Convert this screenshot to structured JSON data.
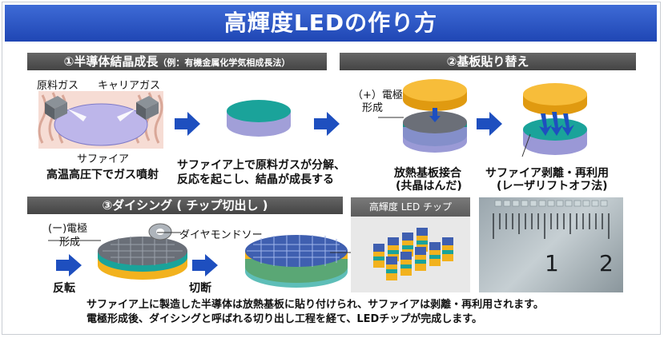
{
  "title": "高輝度LEDの作り方",
  "sections": {
    "s1": {
      "label": "①半導体結晶成長",
      "sub": "（例：有機金属化学気相成長法）"
    },
    "s2": {
      "label": "②基板貼り替え"
    },
    "s3": {
      "label": "③ダイシング ( チップ切出し )"
    }
  },
  "step1": {
    "raw_gas": "原料ガス",
    "carrier_gas": "キャリアガス",
    "sapphire": "サファイア",
    "condition": "高温高圧下でガス噴射",
    "result_line1": "サファイア上で原料ガスが分解、",
    "result_line2": "反応を起こし、結晶が成長する"
  },
  "step2": {
    "electrode_line1": "（+）電極",
    "electrode_line2": "形成",
    "bond_line1": "放熱基板接合",
    "bond_line2": "(共晶はんだ)",
    "lift_line1": "サファイア剥離・再利用",
    "lift_line2": "(レーザリフトオフ法)"
  },
  "step3": {
    "electrode_line1": "(ー)電極",
    "electrode_line2": "形成",
    "saw": "ダイヤモンドソー",
    "flip": "反転",
    "cut": "切断"
  },
  "photo": {
    "header": "高輝度 LED チップ",
    "ruler_1": "1",
    "ruler_2": "2"
  },
  "footer": {
    "line1": "サファイア上に製造した半導体は放熱基板に貼り付けられ、サファイアは剥離・再利用されます。",
    "line2": "電極形成後、ダイシングと呼ばれる切り出し工程を経て、LEDチップが完成します。"
  },
  "colors": {
    "title_blue": "#2a55c4",
    "arrow_blue": "#1e4fbf",
    "teal": "#1aa39a",
    "gold": "#f2b21e",
    "lavender": "#b9b6e6"
  }
}
